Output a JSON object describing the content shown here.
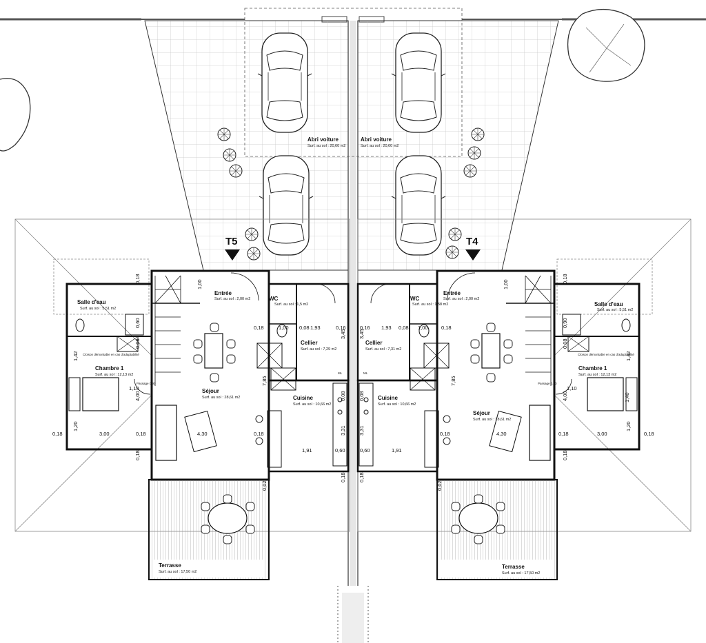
{
  "units": {
    "left": {
      "tag": "T5",
      "rooms": {
        "abri": {
          "name": "Abri voiture",
          "surf": "Surf. au sol : 20,60 m2"
        },
        "entree": {
          "name": "Entrée",
          "surf": "Surf. au sol : 2,00 m2"
        },
        "wc": {
          "name": "WC",
          "surf": "Surf. au sol : 1,5 m2"
        },
        "cellier": {
          "name": "Cellier",
          "surf": "Surf. au sol : 7,29 m2"
        },
        "sejour": {
          "name": "Séjour",
          "surf": "Surf. au sol : 28,61 m2"
        },
        "cuisine": {
          "name": "Cuisine",
          "surf": "Surf. au sol : 10,66 m2"
        },
        "salle": {
          "name": "Salle d'eau",
          "surf": "Surf. au sol : 5,51 m2"
        },
        "chambre": {
          "name": "Chambre 1",
          "surf": "Surf. au sol : 12,13 m2"
        },
        "terrasse": {
          "name": "Terrasse",
          "surf": "Surf. au sol : 17,50 m2"
        }
      }
    },
    "right": {
      "tag": "T4",
      "rooms": {
        "abri": {
          "name": "Abri voiture",
          "surf": "Surf. au sol : 20,60 m2"
        },
        "entree": {
          "name": "Entrée",
          "surf": "Surf. au sol : 2,00 m2"
        },
        "wc": {
          "name": "WC",
          "surf": "Surf. au sol : 1,58 m2"
        },
        "cellier": {
          "name": "Cellier",
          "surf": "Surf. au sol : 7,31 m2"
        },
        "sejour": {
          "name": "Séjour",
          "surf": "Surf. au sol : 28,61 m2"
        },
        "cuisine": {
          "name": "Cuisine",
          "surf": "Surf. au sol : 10,66 m2"
        },
        "salle": {
          "name": "Salle d'eau",
          "surf": "Surf. au sol : 5,51 m2"
        },
        "chambre": {
          "name": "Chambre 1",
          "surf": "Surf. au sol : 12,13 m2"
        },
        "terrasse": {
          "name": "Terrasse",
          "surf": "Surf. au sol : 17,50 m2"
        }
      }
    }
  },
  "notes": {
    "cloison": "Cloison démontable en cas d'adaptabilité",
    "passage": "Passage 0,90"
  },
  "appliances": {
    "ml": "ML"
  },
  "dims": {
    "d018": "0,18",
    "d300": "3,00",
    "d430": "4,30",
    "d120": "1,20",
    "d110": "1,10",
    "d400": "4,00",
    "d142": "1,42",
    "d785": "7,85",
    "d100": "1,00",
    "d008": "0,08",
    "d193": "1,93",
    "d016": "0,16",
    "d345": "3,45",
    "d090": "0,90",
    "d191": "1,91",
    "d060": "0,60",
    "d331": "3,31",
    "d002": "0,02",
    "d140": "1,40"
  }
}
